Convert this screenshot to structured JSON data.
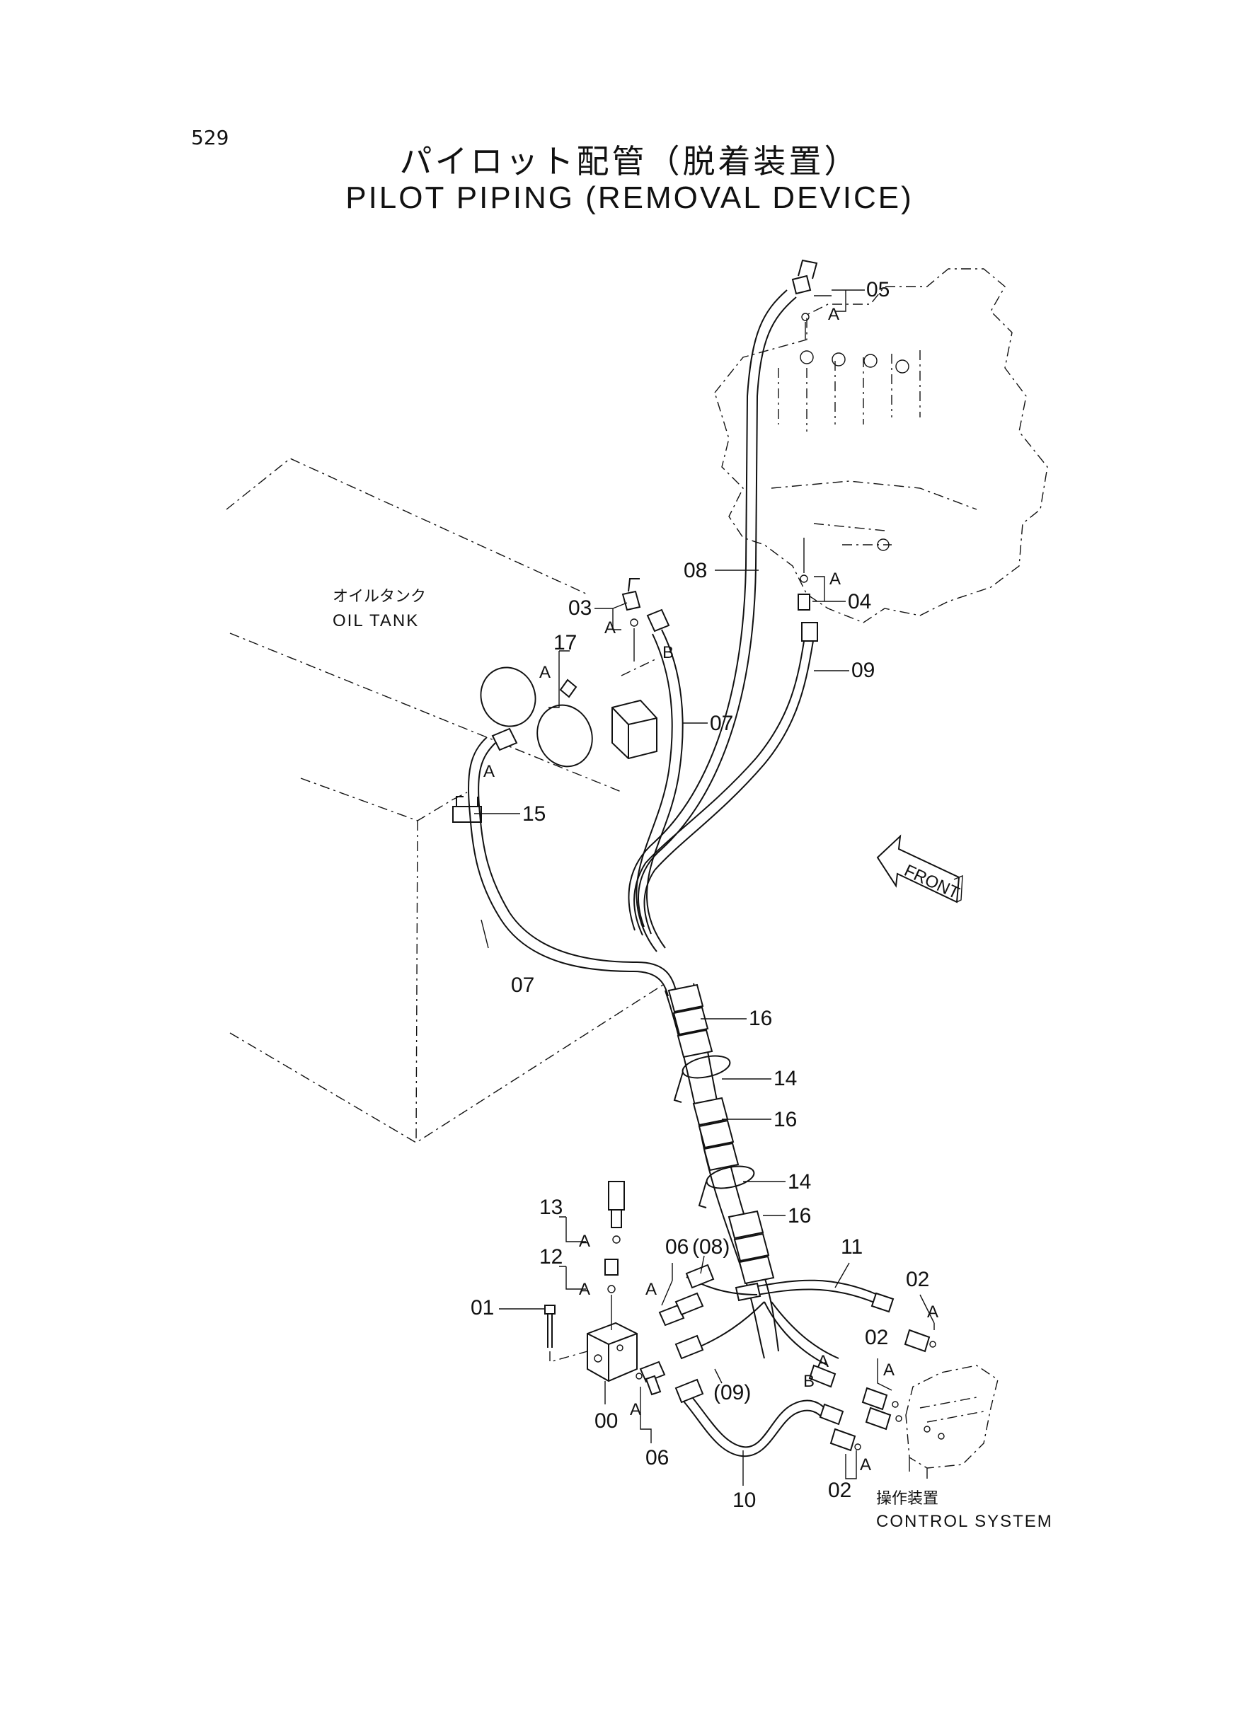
{
  "page_number": "529",
  "title_jp": "パイロット配管（脱着装置）",
  "title_en": "PILOT PIPING (REMOVAL DEVICE)",
  "oil_tank": {
    "jp": "オイルタンク",
    "en": "OIL TANK"
  },
  "control_system": {
    "jp": "操作装置",
    "en": "CONTROL SYSTEM"
  },
  "front_label": "FRONT",
  "callouts": {
    "c00": "00",
    "c01": "01",
    "c02a": "02",
    "c02b": "02",
    "c02c": "02",
    "c03": "03",
    "c04": "04",
    "c05": "05",
    "c06a": "06",
    "c06b": "06",
    "c07a": "07",
    "c07b": "07",
    "c08": "08",
    "c08p": "(08)",
    "c09": "09",
    "c09p": "(09)",
    "c10": "10",
    "c11": "11",
    "c12": "12",
    "c13": "13",
    "c14a": "14",
    "c14b": "14",
    "c15": "15",
    "c16a": "16",
    "c16b": "16",
    "c16c": "16",
    "c17": "17"
  },
  "markers": {
    "a": "A",
    "b": "B"
  }
}
